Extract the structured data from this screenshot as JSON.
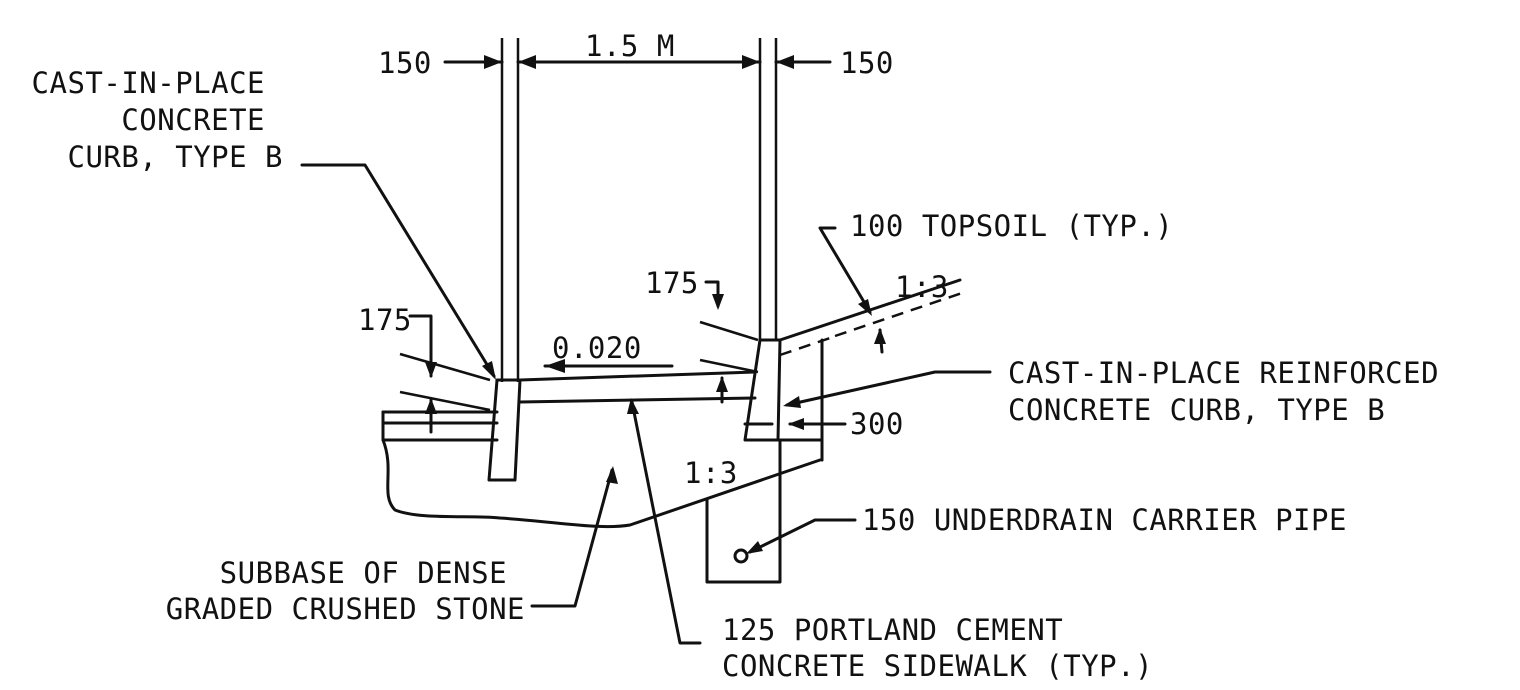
{
  "dimensions": {
    "left_width": "150",
    "walk_width": "1.5 M",
    "right_width": "150",
    "left_curb_reveal": "175",
    "right_curb_reveal": "175",
    "cross_slope": "0.020",
    "curb_offset": "300",
    "backslope_upper": "1:3",
    "backslope_lower": "1:3"
  },
  "labels": {
    "left_curb": [
      "CAST-IN-PLACE",
      "CONCRETE",
      "CURB, TYPE B"
    ],
    "topsoil": "100 TOPSOIL (TYP.)",
    "right_curb": [
      "CAST-IN-PLACE REINFORCED",
      "CONCRETE CURB, TYPE B"
    ],
    "underdrain": "150 UNDERDRAIN CARRIER PIPE",
    "subbase": [
      "SUBBASE OF DENSE",
      "GRADED CRUSHED STONE"
    ],
    "sidewalk": [
      "125 PORTLAND CEMENT",
      "CONCRETE SIDEWALK (TYP.)"
    ]
  }
}
